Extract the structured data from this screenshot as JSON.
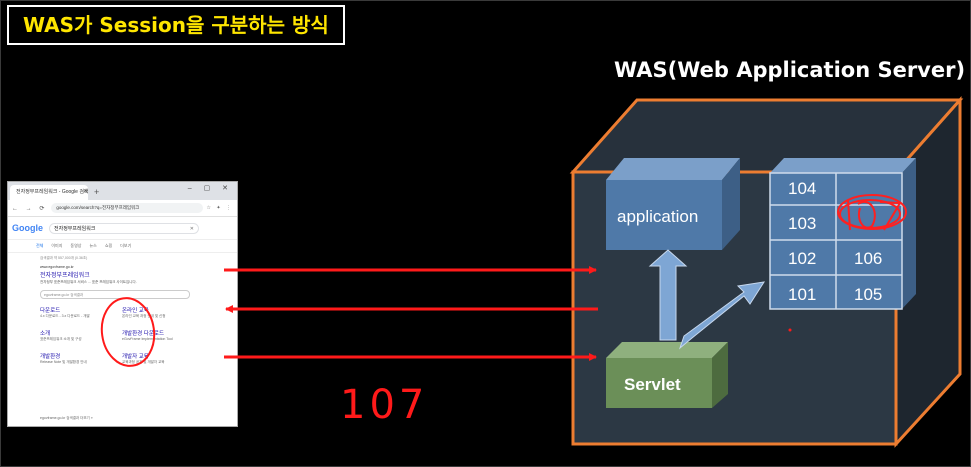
{
  "title": "WAS가 Session을 구분하는 방식",
  "was_label": "WAS(Web Application Server)",
  "boxes": {
    "application": "application",
    "servlet": "Servlet"
  },
  "session_cells": [
    "104",
    "103",
    "102",
    "106",
    "101",
    "105"
  ],
  "handwritten_number": "107",
  "browser": {
    "tab_title": "전자정부프레임워크 - Google 검색",
    "url": "google.com/search?q=전자정부프레임워크",
    "logo": "Google",
    "query": "전자정부프레임워크",
    "search_tabs": [
      "전체",
      "이미지",
      "동영상",
      "뉴스",
      "쇼핑",
      "더보기"
    ],
    "stats": "검색결과 약 557,000개 (0.36초)",
    "result": {
      "site": "www.egovframe.go.kr",
      "title": "전자정부프레임워크",
      "snippet": "전자정부 표준프레임워크 서비스 ... 표준 프레임워크 사이트입니다."
    },
    "site_search_placeholder": "egovframe.go.kr 검색결과",
    "links": [
      {
        "title": "다운로드",
        "desc": "4.x 다운로드 - 3.x 다운로드 - 개발"
      },
      {
        "title": "온라인 교육",
        "desc": "온라인 교육 과정 안내 및 신청"
      },
      {
        "title": "소개",
        "desc": "표준프레임워크 소개 및 구성"
      },
      {
        "title": "개발환경 다운로드",
        "desc": "eGovFrame Implementation Tool"
      },
      {
        "title": "개발환경",
        "desc": "Release Note 및 개발환경 안내"
      },
      {
        "title": "개발자 교육",
        "desc": "교육과정 공지 및 개발자 교육"
      }
    ],
    "footer": "egovframe.go.kr 검색결과 더보기 »"
  }
}
